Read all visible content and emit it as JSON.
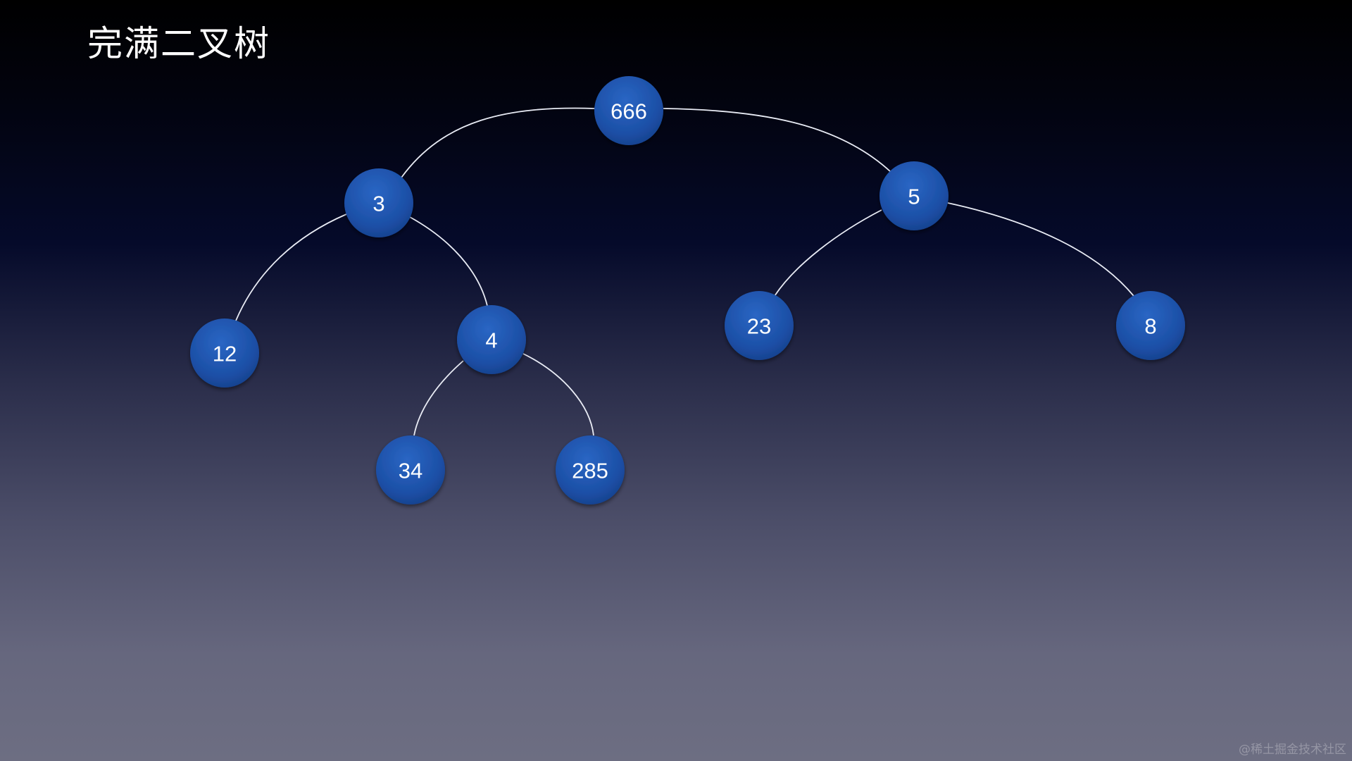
{
  "slide": {
    "title": "完满二叉树",
    "watermark": "@稀土掘金技术社区"
  },
  "tree": {
    "root": "n666",
    "nodes": [
      {
        "id": "n666",
        "value": "666",
        "children": [
          "n3",
          "n5"
        ]
      },
      {
        "id": "n3",
        "value": "3",
        "children": [
          "n12",
          "n4"
        ]
      },
      {
        "id": "n5",
        "value": "5",
        "children": [
          "n23",
          "n8"
        ]
      },
      {
        "id": "n12",
        "value": "12",
        "children": []
      },
      {
        "id": "n4",
        "value": "4",
        "children": [
          "n34",
          "n285"
        ]
      },
      {
        "id": "n23",
        "value": "23",
        "children": []
      },
      {
        "id": "n8",
        "value": "8",
        "children": []
      },
      {
        "id": "n34",
        "value": "34",
        "children": []
      },
      {
        "id": "n285",
        "value": "285",
        "children": []
      }
    ]
  }
}
